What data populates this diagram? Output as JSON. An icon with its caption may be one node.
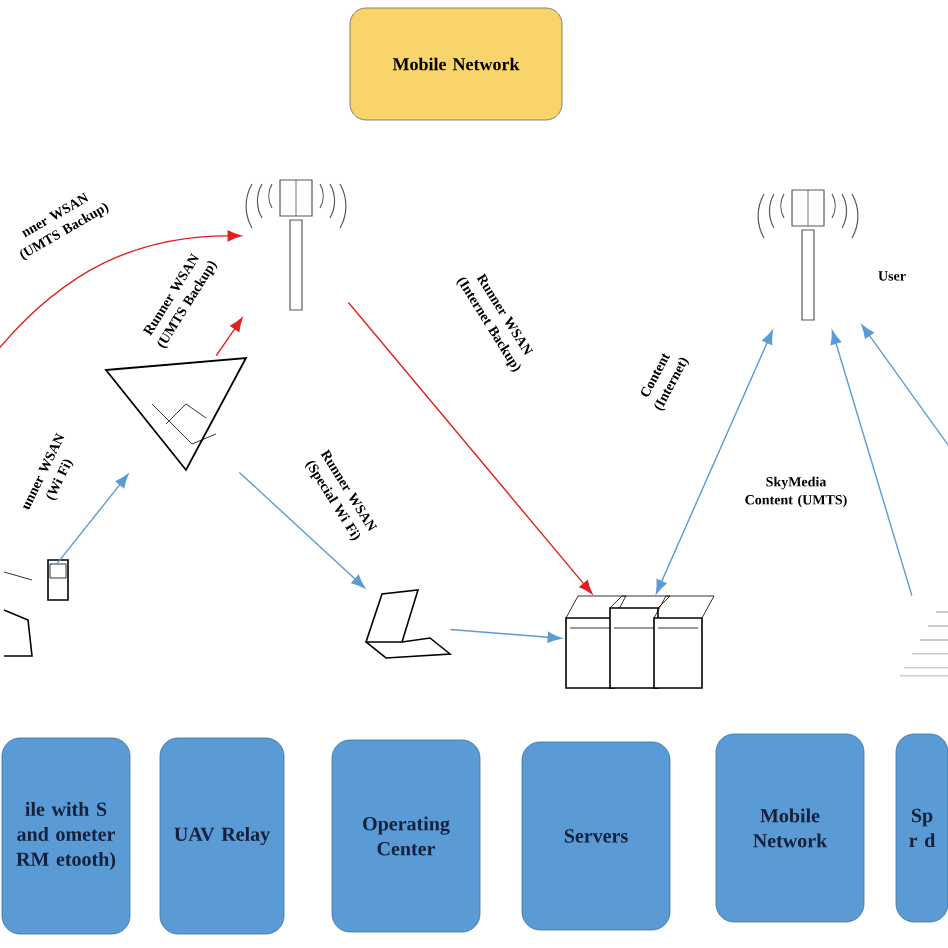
{
  "diagram": {
    "nodes": [
      {
        "text": [
          "Mobile Network"
        ]
      },
      {
        "text": [],
        "shape": "picture"
      },
      {
        "text": [],
        "shape": "picture"
      },
      {
        "text": [],
        "shape": "picture"
      },
      {
        "text": [],
        "shape": "picture"
      },
      {
        "text": [],
        "shape": "picture"
      },
      {
        "text": [],
        "shape": "picture"
      },
      {
        "text": [],
        "shape": "picture"
      },
      {
        "text": [
          "ile with S and ometer RM etooth)"
        ]
      },
      {
        "text": [
          "UAV Relay"
        ]
      },
      {
        "text": [
          "Operating Center"
        ]
      },
      {
        "text": [
          "Servers"
        ]
      },
      {
        "text": [
          "Mobile Network"
        ]
      },
      {
        "text": [
          "Sp r d"
        ]
      }
    ],
    "edges": [
      {
        "from": 6,
        "to": 3,
        "arrow": "to",
        "label": "unner WSAN (Wi Fi)"
      },
      {
        "from": null,
        "to": 1,
        "arrow": "to",
        "label": "nner WSAN (UMTS Backup)",
        "color": "#e02020"
      },
      {
        "from": 3,
        "to": 1,
        "arrow": "to",
        "label": "Runner WSAN (UMTS Backup)",
        "color": "#e02020"
      },
      {
        "from": 3,
        "to": 4,
        "arrow": "to",
        "label": "Runner WSAN (Special Wi Fi)"
      },
      {
        "from": 1,
        "to": 5,
        "arrow": "to",
        "label": "Runner WSAN (Internet Backup)",
        "color": "#e02020"
      },
      {
        "from": 4,
        "to": 5,
        "arrow": "to"
      },
      {
        "from": 5,
        "to": 2,
        "arrow": "both",
        "label": "Content (Internet)"
      },
      {
        "from": 7,
        "to": 2,
        "arrow": "to",
        "label": "SkyMedia Content (UMTS)"
      },
      {
        "from": null,
        "to": 2,
        "arrow": "to",
        "label": "User"
      }
    ]
  }
}
